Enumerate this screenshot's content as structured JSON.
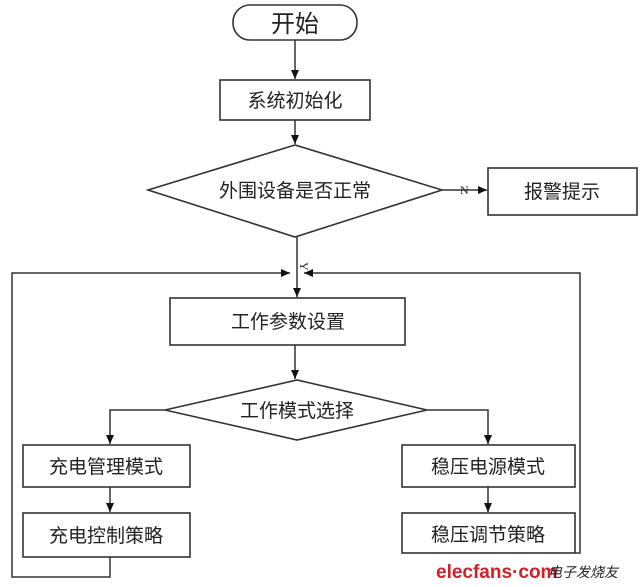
{
  "nodes": {
    "start": "开始",
    "init": "系统初始化",
    "check": "外围设备是否正常",
    "alarm": "报警提示",
    "params": "工作参数设置",
    "mode_select": "工作模式选择",
    "charge_mode": "充电管理模式",
    "charge_control": "充电控制策略",
    "regulator_mode": "稳压电源模式",
    "regulator_control": "稳压调节策略"
  },
  "labels": {
    "no": "N",
    "yes": "Y"
  },
  "watermark": {
    "site": "elecfans·com",
    "cn": "电子发烧友"
  }
}
